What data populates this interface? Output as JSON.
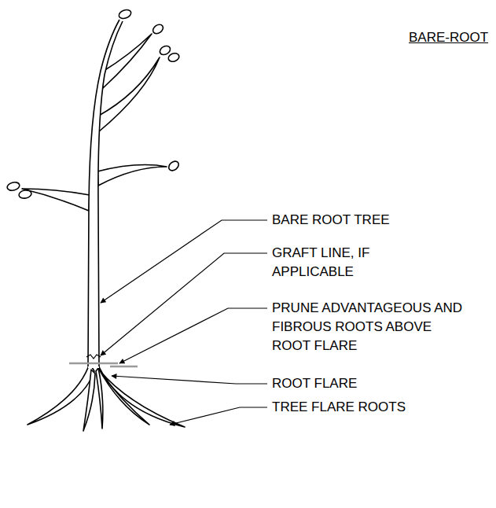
{
  "diagram": {
    "title": "BARE-ROOT",
    "labels": [
      "BARE ROOT TREE",
      "GRAFT LINE, IF APPLICABLE",
      "PRUNE ADVANTAGEOUS AND FIBROUS ROOTS ABOVE ROOT FLARE",
      "ROOT FLARE",
      "TREE FLARE ROOTS"
    ]
  }
}
